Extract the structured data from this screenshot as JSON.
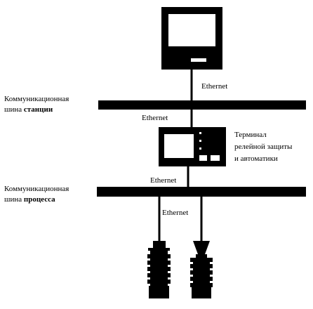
{
  "station_bus": {
    "label_line1": "Коммуникационная",
    "label_line2_prefix": "шина ",
    "label_line2_bold": "станции"
  },
  "process_bus": {
    "label_line1": "Коммуникационная",
    "label_line2_prefix": "шина ",
    "label_line2_bold": "процесса"
  },
  "links": {
    "computer_to_station": "Ethernet",
    "station_to_terminal": "Ethernet",
    "terminal_to_process": "Ethernet",
    "process_to_instruments": "Ethernet"
  },
  "terminal": {
    "line1": "Терминал",
    "line2": "релейной защиты",
    "line3": "и автоматики"
  },
  "colors": {
    "ink": "#000000",
    "background": "#ffffff"
  }
}
